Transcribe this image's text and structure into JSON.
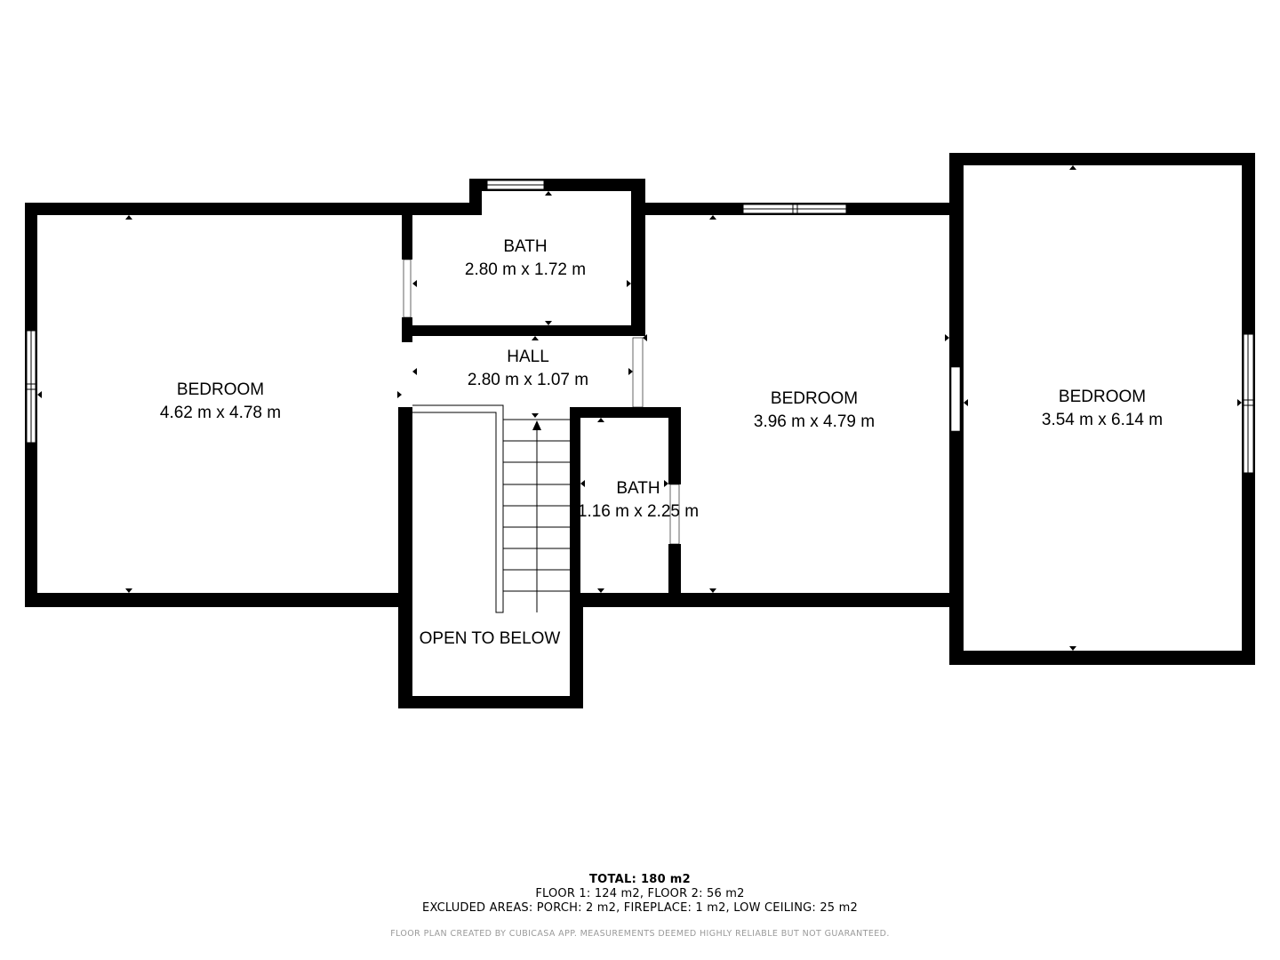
{
  "floor_plan": {
    "rooms": [
      {
        "id": "bedroom-west",
        "name": "BEDROOM",
        "dimensions": "4.62 m x 4.78 m"
      },
      {
        "id": "bath-north",
        "name": "BATH",
        "dimensions": "2.80 m x 1.72 m"
      },
      {
        "id": "hall",
        "name": "HALL",
        "dimensions": "2.80 m x 1.07 m"
      },
      {
        "id": "bath-small",
        "name": "BATH",
        "dimensions": "1.16 m x 2.25 m"
      },
      {
        "id": "bedroom-middle",
        "name": "BEDROOM",
        "dimensions": "3.96 m x 4.79 m"
      },
      {
        "id": "bedroom-east",
        "name": "BEDROOM",
        "dimensions": "3.54 m x 6.14 m"
      },
      {
        "id": "open-to-below",
        "name": "OPEN TO BELOW",
        "dimensions": ""
      }
    ],
    "wall_color": "#000000",
    "background_color": "#ffffff"
  },
  "summary": {
    "total": "TOTAL: 180 m2",
    "floors": "FLOOR 1: 124 m2, FLOOR 2: 56 m2",
    "excluded": "EXCLUDED AREAS: PORCH: 2 m2, FIREPLACE: 1 m2, LOW CEILING: 25 m2",
    "disclaimer": "FLOOR PLAN CREATED BY CUBICASA APP. MEASUREMENTS DEEMED HIGHLY RELIABLE BUT NOT GUARANTEED."
  }
}
